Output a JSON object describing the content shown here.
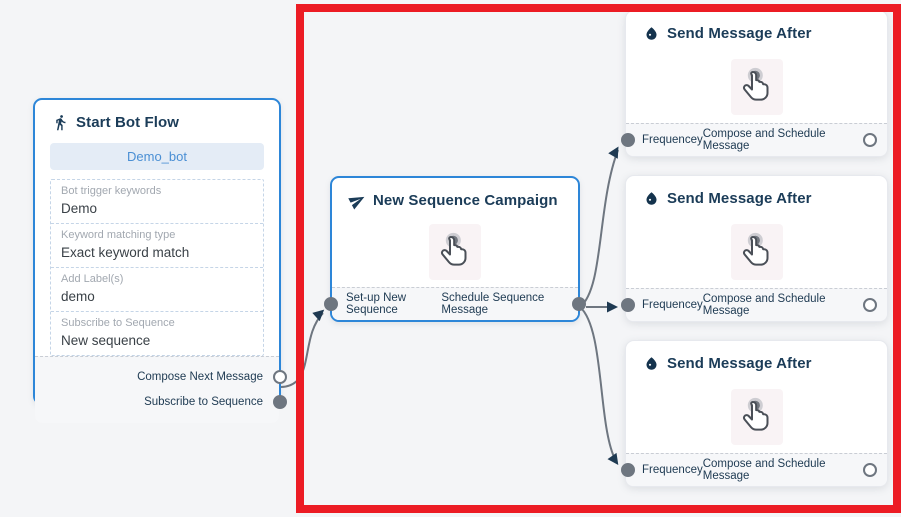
{
  "highlight": {
    "color": "#ec1c24"
  },
  "colors": {
    "node_border_blue": "#2d86d8",
    "title_navy": "#1b3c58",
    "handle_gray": "#6e7680",
    "bot_pill_text_blue": "#4a8fd4",
    "canvas_bg": "#f4f5f7"
  },
  "start_node": {
    "title": "Start Bot Flow",
    "icon": "walking-person-icon",
    "bot_name": "Demo_bot",
    "fields": [
      {
        "label": "Bot trigger keywords",
        "value": "Demo"
      },
      {
        "label": "Keyword matching type",
        "value": "Exact keyword match"
      },
      {
        "label": "Add Label(s)",
        "value": "demo"
      },
      {
        "label": "Subscribe to Sequence",
        "value": "New sequence"
      }
    ],
    "outputs": [
      {
        "label": "Compose Next Message"
      },
      {
        "label": "Subscribe to Sequence"
      }
    ]
  },
  "campaign_node": {
    "title": "New Sequence Campaign",
    "icon": "send-icon",
    "input_label": "Set-up New Sequence",
    "output_label": "Schedule Sequence Message"
  },
  "send_nodes": [
    {
      "title": "Send Message After",
      "icon": "water-drop-icon",
      "input_label": "Frequencey",
      "output_label": "Compose and Schedule Message"
    },
    {
      "title": "Send Message After",
      "icon": "water-drop-icon",
      "input_label": "Frequencey",
      "output_label": "Compose and Schedule Message"
    },
    {
      "title": "Send Message After",
      "icon": "water-drop-icon",
      "input_label": "Frequencey",
      "output_label": "Compose and Schedule Message"
    }
  ]
}
